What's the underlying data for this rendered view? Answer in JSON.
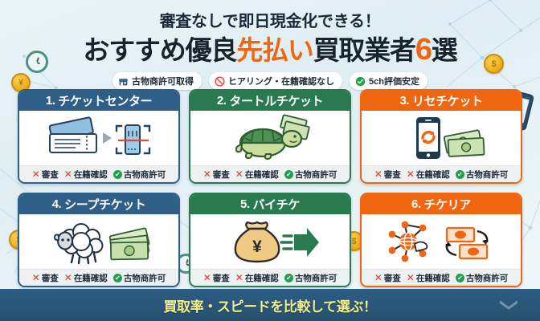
{
  "header": {
    "kicker": "審査なしで即日現金化できる！",
    "title_part1": "おすすめ優良",
    "title_highlight": "先払い",
    "title_part2": "買取業者",
    "title_number": "6",
    "title_part3": "選",
    "accent_color": "#ef6612",
    "badges": [
      {
        "label": "古物商許可取得",
        "icon": "store-icon",
        "icon_color": "#2f5f86"
      },
      {
        "label": "ヒアリング・在籍確認なし",
        "icon": "no-entry-icon",
        "icon_color": "#e23a2e"
      },
      {
        "label": "5ch評価安定",
        "icon": "check-circle-icon",
        "icon_color": "#1fa14a"
      }
    ]
  },
  "status_labels": {
    "screening": "審査",
    "employment_check": "在籍確認",
    "antique_license": "古物商許可"
  },
  "cards": [
    {
      "rank": "1.",
      "name": "チケットセンター",
      "theme": "blue",
      "header_color": "#2f5f86",
      "icon": "ticket-scan-icon",
      "stats": [
        {
          "label": "審査",
          "mark": "x"
        },
        {
          "label": "在籍確認",
          "mark": "x"
        },
        {
          "label": "古物商許可",
          "mark": "check"
        }
      ]
    },
    {
      "rank": "2.",
      "name": "タートルチケット",
      "theme": "green",
      "header_color": "#2a7a4f",
      "icon": "turtle-money-icon",
      "stats": [
        {
          "label": "審査",
          "mark": "x"
        },
        {
          "label": "在籍確認",
          "mark": "x"
        },
        {
          "label": "古物商許可",
          "mark": "check"
        }
      ]
    },
    {
      "rank": "3.",
      "name": "リセチケット",
      "theme": "orange",
      "header_color": "#f0650f",
      "icon": "phone-cash-icon",
      "stats": [
        {
          "label": "審査",
          "mark": "x"
        },
        {
          "label": "在籍確認",
          "mark": "x"
        },
        {
          "label": "古物商許可",
          "mark": "check"
        }
      ]
    },
    {
      "rank": "4.",
      "name": "シープチケット",
      "theme": "blue",
      "header_color": "#2f5f86",
      "icon": "sheep-cash-icon",
      "stats": [
        {
          "label": "審査",
          "mark": "x"
        },
        {
          "label": "在籍確認",
          "mark": "x"
        },
        {
          "label": "古物商許可",
          "mark": "check"
        }
      ]
    },
    {
      "rank": "5.",
      "name": "バイチケ",
      "theme": "green",
      "header_color": "#2a7a4f",
      "icon": "money-bag-arrow-icon",
      "stats": [
        {
          "label": "審査",
          "mark": "x"
        },
        {
          "label": "在籍確認",
          "mark": "x"
        },
        {
          "label": "古物商許可",
          "mark": "check"
        }
      ]
    },
    {
      "rank": "6.",
      "name": "チケリア",
      "theme": "orange",
      "header_color": "#f0650f",
      "icon": "network-exchange-icon",
      "stats": [
        {
          "label": "審査",
          "mark": "x"
        },
        {
          "label": "在籍確認",
          "mark": "x"
        },
        {
          "label": "古物商許可",
          "mark": "check"
        }
      ]
    }
  ],
  "footer": {
    "text": "買取率・スピードを比較して選ぶ！",
    "background_color": "#2d5d84",
    "text_color": "#f2ef8e"
  },
  "decorations": [
    {
      "name": "clock-decor-top-left",
      "icon": "clock-icon"
    },
    {
      "name": "coin-decor-top-left",
      "icon": "coin-icon",
      "symbol": "¥"
    },
    {
      "name": "coin-decor-mid-left",
      "icon": "coin-icon",
      "symbol": "$"
    },
    {
      "name": "clock-decor-mid",
      "icon": "clock-icon"
    },
    {
      "name": "coin-decor-mid-right",
      "icon": "coin-icon",
      "symbol": "$"
    },
    {
      "name": "coin-decor-top-right",
      "icon": "coin-icon",
      "symbol": "$"
    },
    {
      "name": "phone-decor-top-right",
      "icon": "phone-icon"
    }
  ]
}
